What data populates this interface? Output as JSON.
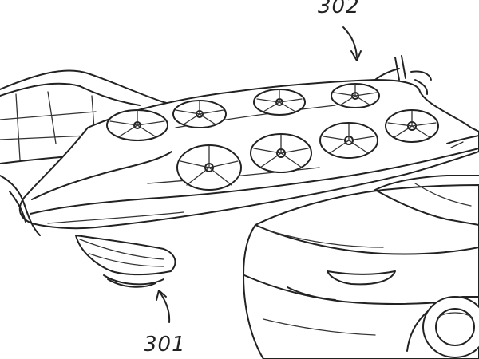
{
  "figure": {
    "labels": [
      {
        "id": "aircraft",
        "text": "302"
      },
      {
        "id": "wing_underside",
        "text": "301"
      }
    ],
    "line_color": "#222222",
    "background": "#ffffff"
  }
}
